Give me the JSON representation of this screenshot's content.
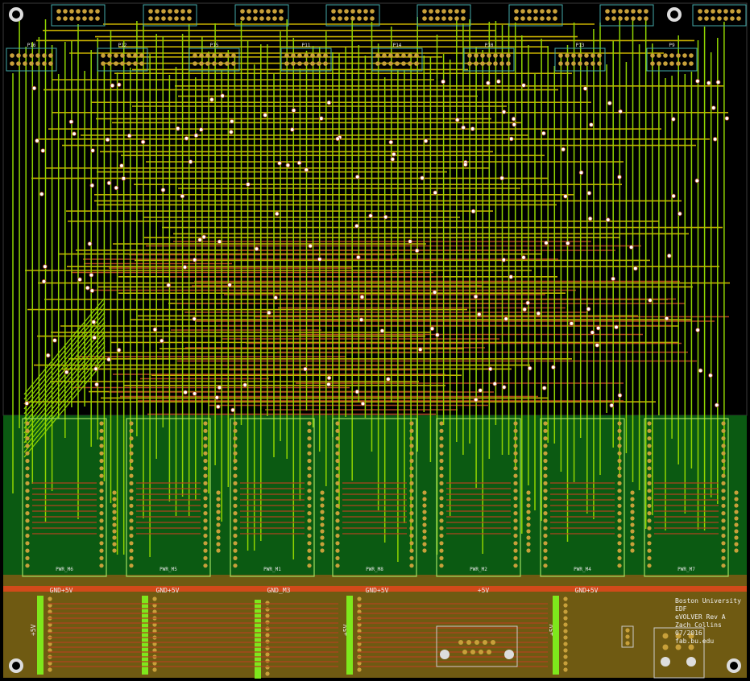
{
  "board": {
    "colors": {
      "background": "#000000",
      "signal_layer": "#000000",
      "mid_layer": "#0b5a12",
      "power_layer": "#6f5a12",
      "trace_vertical": "#8fd400",
      "trace_horizontal": "#c8b000",
      "trace_bottom": "#b0451f",
      "pad": "#c8a03a",
      "silk": "#e8e8e8",
      "power_rail": "#d24a1a",
      "power_highlight": "#7ee81c"
    }
  },
  "top_connectors": [
    {
      "ref": "P16",
      "icon": "header-connector"
    },
    {
      "ref": "P12",
      "icon": "header-connector"
    },
    {
      "ref": "P15",
      "icon": "header-connector"
    },
    {
      "ref": "P11",
      "icon": "header-connector"
    },
    {
      "ref": "P14",
      "icon": "header-connector"
    },
    {
      "ref": "P10",
      "icon": "header-connector"
    },
    {
      "ref": "P13",
      "icon": "header-connector"
    },
    {
      "ref": "P9",
      "icon": "header-connector"
    }
  ],
  "modules": [
    {
      "label": "PWR_M6"
    },
    {
      "label": "PWR_M5"
    },
    {
      "label": "PWR_M1"
    },
    {
      "label": "PWR_M8"
    },
    {
      "label": "PWR_M2"
    },
    {
      "label": "PWR_M4"
    },
    {
      "label": "PWR_M7"
    }
  ],
  "power_labels": [
    {
      "text": "GND+5V"
    },
    {
      "text": "GND+5V"
    },
    {
      "text": "GND_M3"
    },
    {
      "text": "GND+5V"
    },
    {
      "text": "+5V"
    },
    {
      "text": "GND+5V"
    }
  ],
  "side_labels": [
    {
      "text": "+5V"
    },
    {
      "text": "+5V"
    },
    {
      "text": "+5V"
    }
  ],
  "info": {
    "line1": "Boston University EDF",
    "line2": "eVOLVER Rev A",
    "line3": "Zach Collins 07/2016",
    "line4": "fab.bu.edu"
  }
}
